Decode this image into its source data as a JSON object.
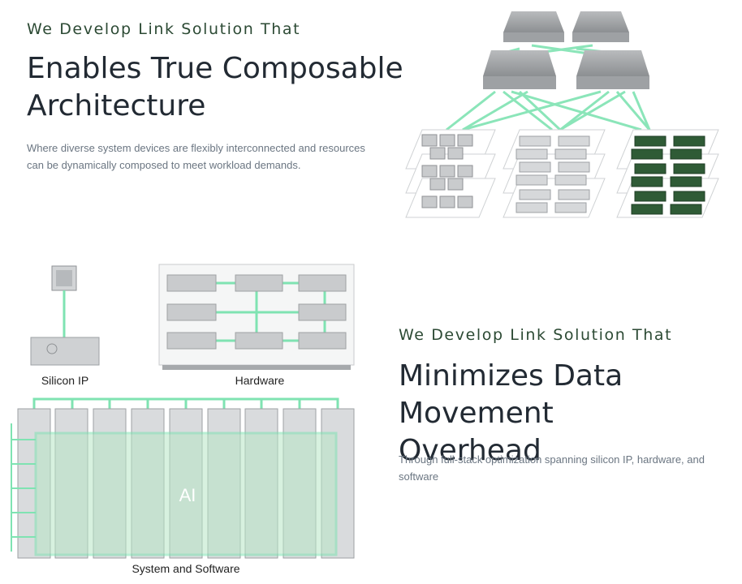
{
  "section1": {
    "eyebrow": "We Develop Link Solution That",
    "headline_line1": "Enables True Composable",
    "headline_line2": "Architecture",
    "body_line1": "Where diverse system devices are flexibly interconnected and resources",
    "body_line2": "can be dynamically composed to meet workload demands."
  },
  "section2": {
    "eyebrow": "We Develop Link Solution That",
    "headline_line1": "Minimizes Data Movement",
    "headline_line2": "Overhead",
    "body_line1": "Through full-stack optimization spanning silicon IP, hardware, and",
    "body_line2": "software"
  },
  "figure2": {
    "silicon_ip_label": "Silicon IP",
    "hardware_label": "Hardware",
    "system_label": "System and Software",
    "ai_label": "AI"
  },
  "colors": {
    "link_green": "#7fe3b2",
    "headline": "#222a33",
    "eyebrow": "#2c4a34",
    "body": "#6b7682",
    "gpu_dark": "#2f5b36",
    "device_gray": "#c9cbcd"
  }
}
